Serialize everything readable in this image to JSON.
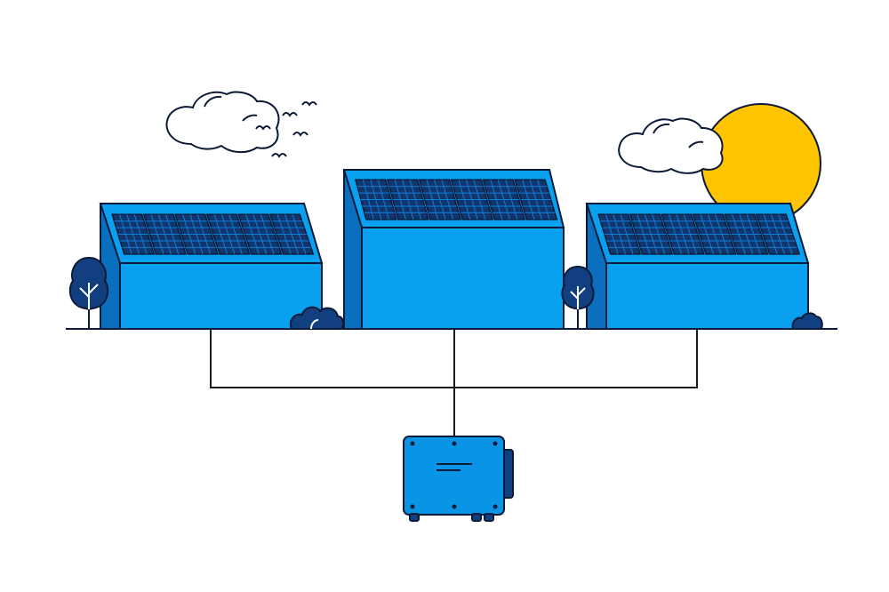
{
  "colors": {
    "outline": "#0b1a36",
    "building_front": "#0aa0f0",
    "building_side": "#0a6fbf",
    "panel_frame": "#0b7fd6",
    "panel_cell": "#12356e",
    "tree": "#123f80",
    "sun": "#ffc400",
    "cloud": "#ffffff",
    "inverter": "#0a94e6",
    "wire": "#1a1a1a"
  },
  "icons": {
    "sun": "sun-icon",
    "cloud": "cloud-icon",
    "bird": "bird-icon",
    "tree": "tree-icon",
    "bush": "bush-icon",
    "inverter": "inverter-icon"
  },
  "diagram": {
    "buildings": [
      {
        "name": "left-building",
        "panels": 6
      },
      {
        "name": "center-building",
        "panels": 6
      },
      {
        "name": "right-building",
        "panels": 6
      }
    ],
    "connections": [
      {
        "from": "left-building",
        "to": "inverter"
      },
      {
        "from": "center-building",
        "to": "inverter"
      },
      {
        "from": "right-building",
        "to": "inverter"
      }
    ]
  }
}
